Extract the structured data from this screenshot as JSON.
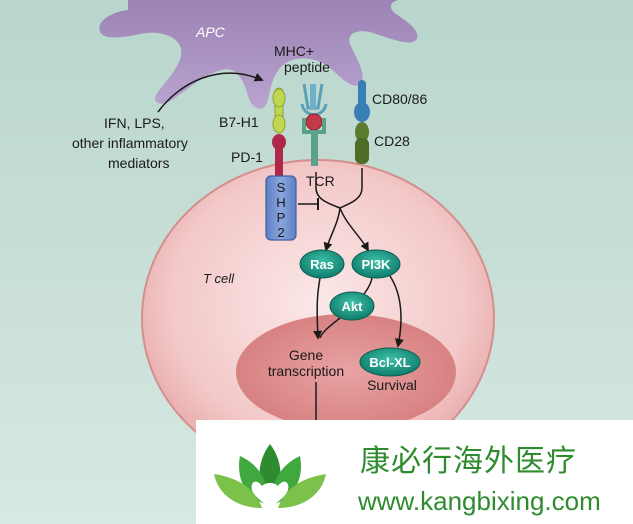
{
  "labels": {
    "apc": "APC",
    "mhc_line1": "MHC+",
    "mhc_line2": "peptide",
    "cd80": "CD80/86",
    "b7h1": "B7-H1",
    "cd28": "CD28",
    "pd1": "PD-1",
    "tcr": "TCR",
    "ifn_line1": "IFN, LPS,",
    "ifn_line2": "other inflammatory",
    "ifn_line3": "mediators",
    "tcell": "T cell",
    "gene_line1": "Gene",
    "gene_line2": "transcription",
    "survival": "Survival"
  },
  "shp2": [
    "S",
    "H",
    "P",
    "2"
  ],
  "nodes": {
    "ras": "Ras",
    "pi3k": "PI3K",
    "akt": "Akt",
    "bclxl": "Bcl-XL"
  },
  "watermark": {
    "name": "康必行海外医疗",
    "url": "www.kangbixing.com"
  },
  "colors": {
    "background": "#bfd8cf",
    "apc": "#a78fbf",
    "tcell": "#f3cccc",
    "nucleus": "#de8f8f",
    "node": "#1f9c88",
    "shp2": "#6f8fcf",
    "pd1": "#b02849",
    "b7h1": "#b8d348",
    "cd28": "#5a7a2e",
    "cd80": "#3a7eb8",
    "tcr": "#5aa08a",
    "watermark_green": "#2e8b2e"
  }
}
